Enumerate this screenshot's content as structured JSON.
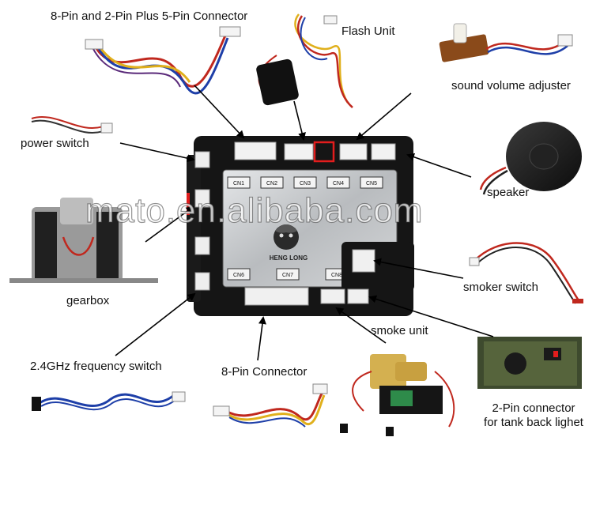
{
  "labels": {
    "connector_8_2_5": "8-Pin and 2-Pin Plus 5-Pin Connector",
    "flash_unit": "Flash Unit",
    "sound_volume": "sound volume adjuster",
    "power_switch": "power switch",
    "speaker": "speaker",
    "gearbox": "gearbox",
    "smoker_switch": "smoker switch",
    "smoke_unit": "smoke unit",
    "freq_switch": "2.4GHz frequency switch",
    "connector_8": "8-Pin Connector",
    "two_pin_line1": "2-Pin connector",
    "two_pin_line2": "for tank back lighet"
  },
  "board": {
    "brand": "HENG LONG",
    "slots_top": [
      "CN1",
      "CN2",
      "CN3",
      "CN4",
      "CN5"
    ],
    "slots_bottom": [
      "CN6",
      "CN7",
      "CN8"
    ]
  },
  "watermark": "mato.en.alibaba.com",
  "colors": {
    "board": "#151515",
    "plate": "#c9cbcd",
    "wire_red": "#c0281e",
    "wire_blue": "#1e3fa8",
    "wire_yellow": "#e0b01c",
    "arrow": "#000000"
  }
}
